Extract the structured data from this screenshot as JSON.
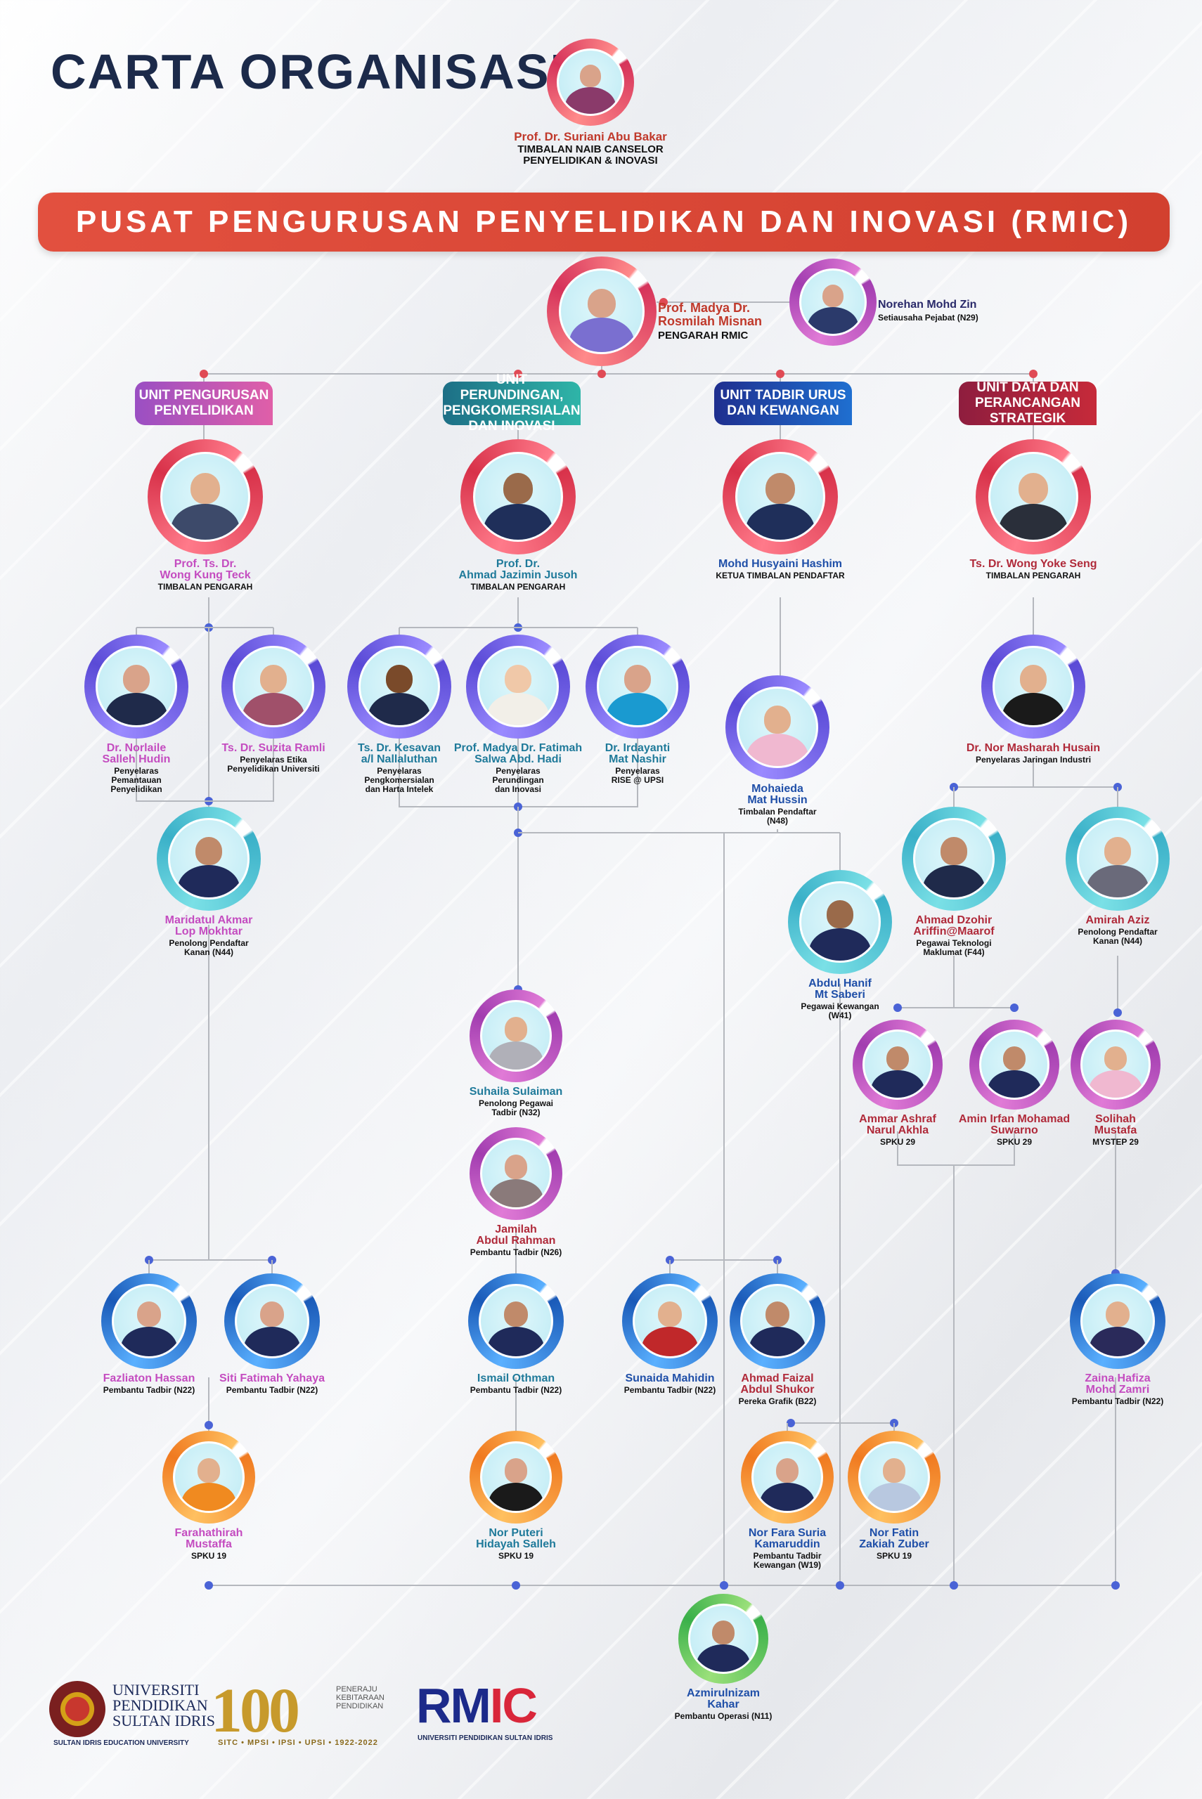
{
  "title": "CARTA ORGANISASI",
  "banner": "PUSAT PENGURUSAN PENYELIDIKAN DAN INOVASI (RMIC)",
  "colors": {
    "navy": "#1c2a4a",
    "red": "#d9463a",
    "line": "#b5b8be",
    "node": "#4a63d6"
  },
  "units": [
    {
      "label": "UNIT PENGURUSAN\nPENYELIDIKAN",
      "from": "#9a4fc3",
      "to": "#e05fa8"
    },
    {
      "label": "UNIT PERUNDINGAN,\nPENGKOMERSIALAN\nDAN INOVASI",
      "from": "#1d6f86",
      "to": "#2fb5a8"
    },
    {
      "label": "UNIT TADBIR URUS\nDAN KEWANGAN",
      "from": "#1f2f8f",
      "to": "#1f6fd0"
    },
    {
      "label": "UNIT DATA DAN\nPERANCANGAN\nSTRATEGIK",
      "from": "#8e1d3e",
      "to": "#c62a3a"
    }
  ],
  "people": [
    {
      "name": "Prof. Dr. Suriani Abu Bakar",
      "role": "TIMBALAN NAIB CANSELOR\nPENYELIDIKAN & INOVASI",
      "nc": "#c0392b",
      "r1": "#ff8a8a",
      "r2": "#d6335a",
      "skin": "#d9a38a",
      "cloth": "#8a3a6a"
    },
    {
      "name": "Prof. Madya Dr.\nRosmilah Misnan",
      "role": "PENGARAH RMIC",
      "nc": "#c0392b",
      "r1": "#ff8a8a",
      "r2": "#d6335a",
      "skin": "#d9a38a",
      "cloth": "#7a6fd0"
    },
    {
      "name": "Norehan Mohd Zin",
      "role": "Setiausaha Pejabat (N29)",
      "nc": "#2a2a6a",
      "r1": "#e07ad6",
      "r2": "#a23db0",
      "skin": "#d9a38a",
      "cloth": "#2b3a6b"
    },
    {
      "name": "Prof. Ts. Dr.\nWong Kung Teck",
      "role": "TIMBALAN PENGARAH",
      "nc": "#c44cc0",
      "r1": "#ff7a8a",
      "r2": "#d8324a",
      "skin": "#e2b08e",
      "cloth": "#3d4a6a"
    },
    {
      "name": "Prof. Dr.\nAhmad Jazimin Jusoh",
      "role": "TIMBALAN PENGARAH",
      "nc": "#1f7a9a",
      "r1": "#ff7a8a",
      "r2": "#d8324a",
      "skin": "#9a6a4a",
      "cloth": "#1f2f5a"
    },
    {
      "name": "Mohd Husyaini Hashim",
      "role": "KETUA TIMBALAN  PENDAFTAR",
      "nc": "#1f4fa8",
      "r1": "#ff7a8a",
      "r2": "#d8324a",
      "skin": "#c08a6a",
      "cloth": "#1f2f5a"
    },
    {
      "name": "Ts. Dr. Wong Yoke Seng",
      "role": "TIMBALAN PENGARAH",
      "nc": "#b02a3a",
      "r1": "#ff7a8a",
      "r2": "#d8324a",
      "skin": "#e2b08e",
      "cloth": "#2a2f3a"
    },
    {
      "name": "Dr. Norlaile\nSalleh Hudin",
      "role": "Penyelaras\nPemantauan\nPenyelidikan",
      "nc": "#c44cc0",
      "r1": "#9a8aff",
      "r2": "#5a4ad6",
      "skin": "#d9a38a",
      "cloth": "#1f2a4a"
    },
    {
      "name": "Ts. Dr. Suzita Ramli",
      "role": "Penyelaras Etika\nPenyelidikan Universiti",
      "nc": "#c44cc0",
      "r1": "#9a8aff",
      "r2": "#5a4ad6",
      "skin": "#e2b08e",
      "cloth": "#a0506a"
    },
    {
      "name": "Ts. Dr. Kesavan\na/l Nallaluthan",
      "role": "Penyelaras\nPengkomersialan\ndan Harta Intelek",
      "nc": "#1f7a9a",
      "r1": "#9a8aff",
      "r2": "#5a4ad6",
      "skin": "#7a4a2a",
      "cloth": "#1f2a4a"
    },
    {
      "name": "Prof. Madya Dr. Fatimah\nSalwa Abd. Hadi",
      "role": "Penyelaras\nPerundingan\ndan Inovasi",
      "nc": "#1f7a9a",
      "r1": "#9a8aff",
      "r2": "#5a4ad6",
      "skin": "#f0c8a8",
      "cloth": "#f2efe8"
    },
    {
      "name": "Dr. Irdayanti\nMat Nashir",
      "role": "Penyelaras\nRISE @ UPSI",
      "nc": "#1f7a9a",
      "r1": "#9a8aff",
      "r2": "#5a4ad6",
      "skin": "#d9a38a",
      "cloth": "#1a9ad0"
    },
    {
      "name": "Dr. Nor Masharah Husain",
      "role": "Penyelaras Jaringan Industri",
      "nc": "#b02a3a",
      "r1": "#9a8aff",
      "r2": "#5a4ad6",
      "skin": "#e2b08e",
      "cloth": "#1a1a1a"
    },
    {
      "name": "Mohaieda\nMat Hussin",
      "role": "Timbalan Pendaftar\n(N48)",
      "nc": "#1f4fa8",
      "r1": "#9a8aff",
      "r2": "#5a4ad6",
      "skin": "#e2b08e",
      "cloth": "#f0b8d0"
    },
    {
      "name": "Maridatul Akmar\nLop Mokhtar",
      "role": "Penolong Pendaftar\nKanan (N44)",
      "nc": "#c44cc0",
      "r1": "#7ae0e6",
      "r2": "#3ab0c8",
      "skin": "#c08a6a",
      "cloth": "#1f2a5a"
    },
    {
      "name": "Ahmad Dzohir\nAriffin@Maarof",
      "role": "Pegawai Teknologi\nMaklumat (F44)",
      "nc": "#b02a3a",
      "r1": "#7ae0e6",
      "r2": "#3ab0c8",
      "skin": "#c08a6a",
      "cloth": "#1f2a4a"
    },
    {
      "name": "Amirah Aziz",
      "role": "Penolong Pendaftar\nKanan (N44)",
      "nc": "#b02a3a",
      "r1": "#7ae0e6",
      "r2": "#3ab0c8",
      "skin": "#e2b08e",
      "cloth": "#6a6a7a"
    },
    {
      "name": "Abdul Hanif\nMt Saberi",
      "role": "Pegawai Kewangan\n(W41)",
      "nc": "#1f4fa8",
      "r1": "#7ae0e6",
      "r2": "#3ab0c8",
      "skin": "#9a6a4a",
      "cloth": "#1f2a5a"
    },
    {
      "name": "Suhaila Sulaiman",
      "role": "Penolong Pegawai\nTadbir (N32)",
      "nc": "#1f7a9a",
      "r1": "#e07ad6",
      "r2": "#a23db0",
      "skin": "#e2b08e",
      "cloth": "#b0b0b8"
    },
    {
      "name": "Jamilah\nAbdul Rahman",
      "role": "Pembantu Tadbir (N26)",
      "nc": "#b02a3a",
      "r1": "#e07ad6",
      "r2": "#a23db0",
      "skin": "#d9a38a",
      "cloth": "#8a7a7a"
    },
    {
      "name": "Ammar Ashraf\nNarul Akhla",
      "role": "SPKU 29",
      "nc": "#b02a3a",
      "r1": "#e07ad6",
      "r2": "#a23db0",
      "skin": "#c08a6a",
      "cloth": "#1f2a5a"
    },
    {
      "name": "Amin Irfan Mohamad\nSuwarno",
      "role": "SPKU 29",
      "nc": "#b02a3a",
      "r1": "#e07ad6",
      "r2": "#a23db0",
      "skin": "#c08a6a",
      "cloth": "#1f2a5a"
    },
    {
      "name": "Solihah\nMustafa",
      "role": "MYSTEP 29",
      "nc": "#b02a3a",
      "r1": "#e07ad6",
      "r2": "#a23db0",
      "skin": "#e2b08e",
      "cloth": "#f0b8d0"
    },
    {
      "name": "Fazliaton Hassan",
      "role": "Pembantu Tadbir (N22)",
      "nc": "#c44cc0",
      "r1": "#5ab0ff",
      "r2": "#1a5ab8",
      "skin": "#d9a38a",
      "cloth": "#1f2a5a"
    },
    {
      "name": "Siti Fatimah Yahaya",
      "role": "Pembantu Tadbir (N22)",
      "nc": "#c44cc0",
      "r1": "#5ab0ff",
      "r2": "#1a5ab8",
      "skin": "#d9a38a",
      "cloth": "#1f2a5a"
    },
    {
      "name": "Ismail Othman",
      "role": "Pembantu Tadbir (N22)",
      "nc": "#1f7a9a",
      "r1": "#5ab0ff",
      "r2": "#1a5ab8",
      "skin": "#c08a6a",
      "cloth": "#1f2a5a"
    },
    {
      "name": "Sunaida Mahidin",
      "role": "Pembantu Tadbir (N22)",
      "nc": "#1f4fa8",
      "r1": "#5ab0ff",
      "r2": "#1a5ab8",
      "skin": "#e2b08e",
      "cloth": "#c0282a"
    },
    {
      "name": "Ahmad Faizal\nAbdul Shukor",
      "role": "Pereka Grafik (B22)",
      "nc": "#b02a3a",
      "r1": "#5ab0ff",
      "r2": "#1a5ab8",
      "skin": "#c08a6a",
      "cloth": "#1f2a5a"
    },
    {
      "name": "Zaina Hafiza\nMohd Zamri",
      "role": "Pembantu Tadbir (N22)",
      "nc": "#c44cc0",
      "r1": "#5ab0ff",
      "r2": "#1a5ab8",
      "skin": "#e2b08e",
      "cloth": "#2a2a5a"
    },
    {
      "name": "Farahathirah\nMustaffa",
      "role": "SPKU 19",
      "nc": "#c44cc0",
      "r1": "#ffc060",
      "r2": "#f07a20",
      "skin": "#e2b08e",
      "cloth": "#f08a20"
    },
    {
      "name": "Nor Puteri\nHidayah Salleh",
      "role": "SPKU 19",
      "nc": "#1f7a9a",
      "r1": "#ffc060",
      "r2": "#f07a20",
      "skin": "#d9a38a",
      "cloth": "#1a1a1a"
    },
    {
      "name": "Nor Fara Suria\nKamaruddin",
      "role": "Pembantu Tadbir\nKewangan (W19)",
      "nc": "#1f4fa8",
      "r1": "#ffc060",
      "r2": "#f07a20",
      "skin": "#d9a38a",
      "cloth": "#1f2a5a"
    },
    {
      "name": "Nor Fatin\nZakiah Zuber",
      "role": "SPKU 19",
      "nc": "#1f4fa8",
      "r1": "#ffc060",
      "r2": "#f07a20",
      "skin": "#e2b08e",
      "cloth": "#b8c8e0"
    },
    {
      "name": "Azmirulnizam\nKahar",
      "role": "Pembantu Operasi (N11)",
      "nc": "#1f4fa8",
      "r1": "#9ae07a",
      "r2": "#3ab04a",
      "skin": "#c08a6a",
      "cloth": "#1f2a5a"
    }
  ],
  "logos": {
    "upsi": "UNIVERSITI\nPENDIDIKAN\nSULTAN IDRIS",
    "upsi_sub": "SULTAN IDRIS EDUCATION UNIVERSITY",
    "centenary": "100",
    "centenary_tagline": "PENERAJU\nKEBITARAAN\nPENDIDIKAN",
    "centenary_sub": "SITC • MPSI • IPSI • UPSI • 1922-2022",
    "rmic": "RMIC",
    "rmic_sub": "UNIVERSITI PENDIDIKAN SULTAN IDRIS"
  }
}
